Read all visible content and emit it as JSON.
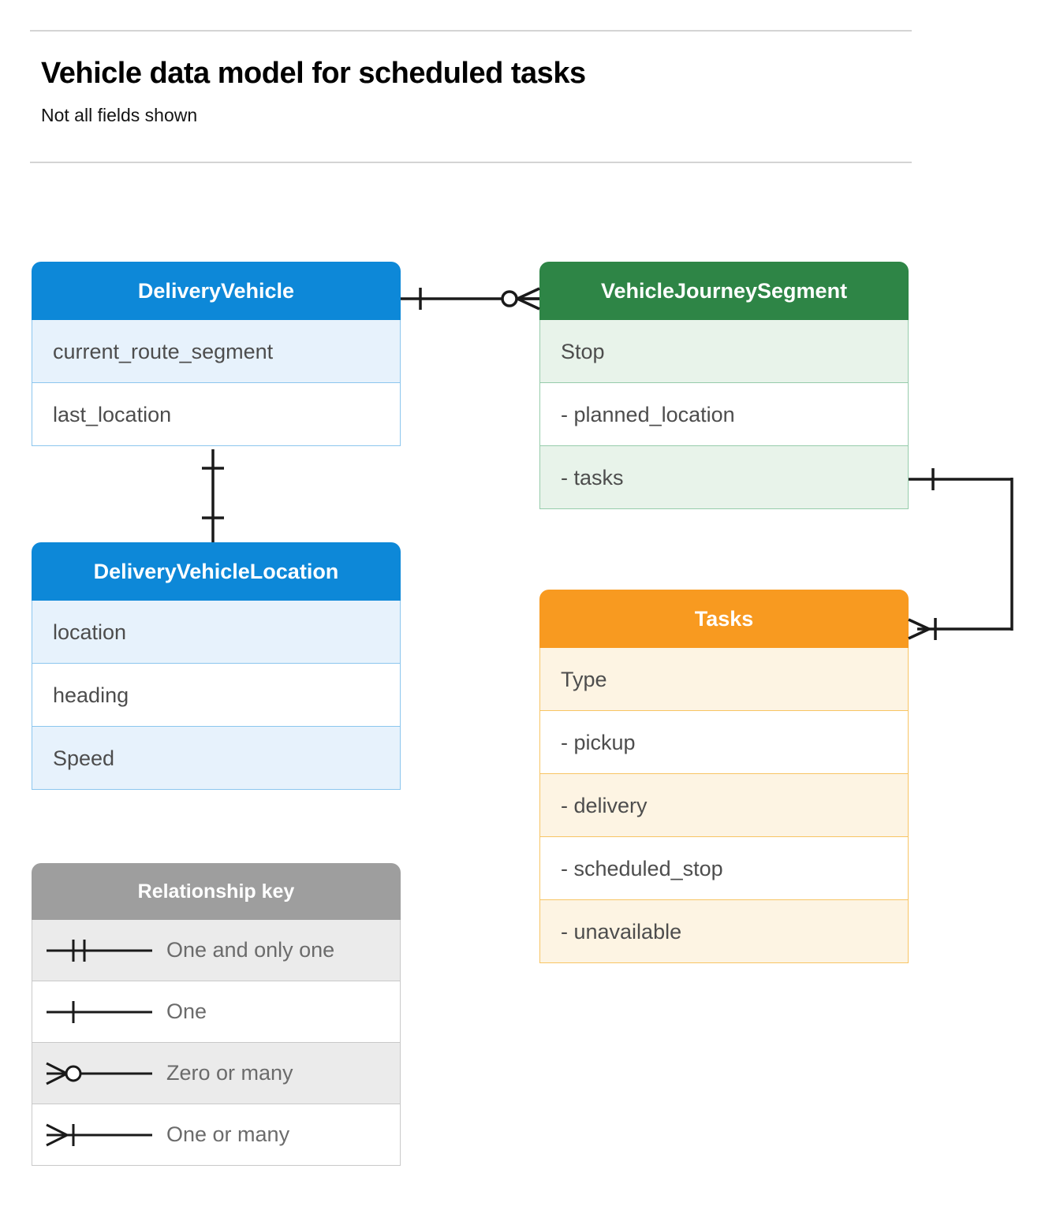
{
  "header": {
    "title": "Vehicle data model for scheduled tasks",
    "subtitle": "Not all fields shown"
  },
  "colors": {
    "blue": "#0d88d8",
    "blue_row": "#e7f2fc",
    "blue_border": "#8cc6ee",
    "green": "#2e8546",
    "green_row": "#e8f3ea",
    "green_border": "#96ccab",
    "orange": "#f89a20",
    "orange_row": "#fdf4e3",
    "orange_border": "#f8c564",
    "gray": "#9e9e9e",
    "gray_row": "#ebebeb",
    "line": "#1a1a1a",
    "text": "#4d4d4d",
    "rule": "#d4d4d4"
  },
  "entities": {
    "delivery_vehicle": {
      "name": "DeliveryVehicle",
      "rows": [
        {
          "label": "current_route_segment"
        },
        {
          "label": "last_location"
        }
      ]
    },
    "vehicle_journey_segment": {
      "name": "VehicleJourneySegment",
      "rows": [
        {
          "label": "Stop"
        },
        {
          "label": "-  planned_location"
        },
        {
          "label": "- tasks"
        }
      ]
    },
    "delivery_vehicle_location": {
      "name": "DeliveryVehicleLocation",
      "rows": [
        {
          "label": "location"
        },
        {
          "label": "heading"
        },
        {
          "label": "Speed"
        }
      ]
    },
    "tasks": {
      "name": "Tasks",
      "rows": [
        {
          "label": "Type"
        },
        {
          "label": "-  pickup"
        },
        {
          "label": "-  delivery"
        },
        {
          "label": "-  scheduled_stop"
        },
        {
          "label": "-  unavailable"
        }
      ]
    }
  },
  "legend": {
    "title": "Relationship key",
    "rows": [
      {
        "label": "One and only one",
        "symbol": "one-and-only-one-icon"
      },
      {
        "label": "One",
        "symbol": "one-icon"
      },
      {
        "label": "Zero or many",
        "symbol": "zero-or-many-icon"
      },
      {
        "label": "One or many",
        "symbol": "one-or-many-icon"
      }
    ]
  },
  "relationships": [
    {
      "from": "DeliveryVehicle",
      "to": "VehicleJourneySegment",
      "from_cardinality": "One",
      "to_cardinality": "Zero or many"
    },
    {
      "from": "DeliveryVehicle",
      "to": "DeliveryVehicleLocation",
      "from_cardinality": "One",
      "to_cardinality": "One"
    },
    {
      "from": "VehicleJourneySegment.tasks",
      "to": "Tasks",
      "from_cardinality": "One",
      "to_cardinality": "One or many"
    }
  ]
}
